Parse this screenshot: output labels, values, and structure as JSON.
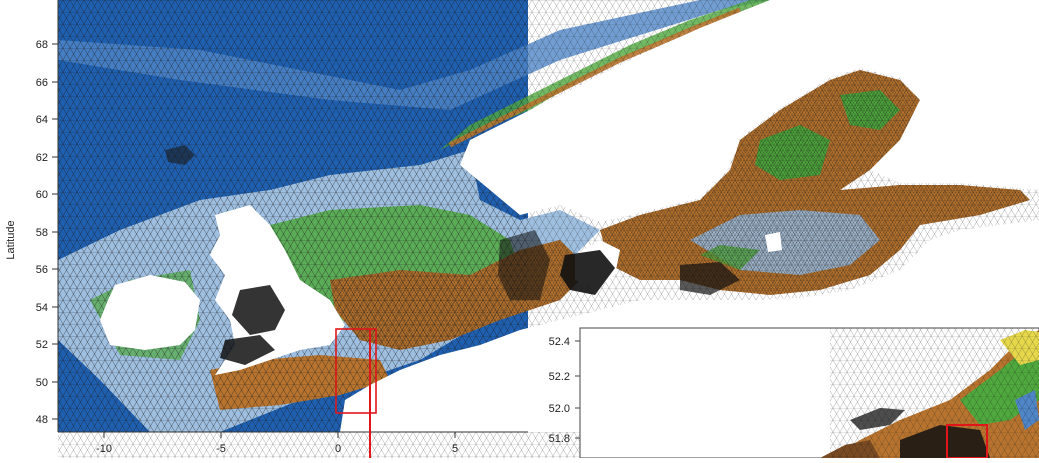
{
  "map": {
    "y_axis_title": "Latitude",
    "x_axis_title": "",
    "main_lat_ticks": [
      "68",
      "66",
      "64",
      "62",
      "60",
      "58",
      "56",
      "54",
      "52",
      "50",
      "48"
    ],
    "main_lon_ticks": [
      "-10",
      "-5",
      "0",
      "5"
    ],
    "inset_lat_ticks": [
      "52.4",
      "52.2",
      "52.0",
      "51.8"
    ]
  },
  "colors": {
    "deep_water": "#1f5fb0",
    "mid_water": "#4f86c8",
    "shelf_water": "#9ebfe0",
    "shallow_green": "#4fa83d",
    "coastal_orange": "#b8742e",
    "very_shallow_brown": "#7a4a22",
    "land": "#ffffff",
    "highlight_box": "#e0161b",
    "mesh_line": "#1a1a1a"
  }
}
